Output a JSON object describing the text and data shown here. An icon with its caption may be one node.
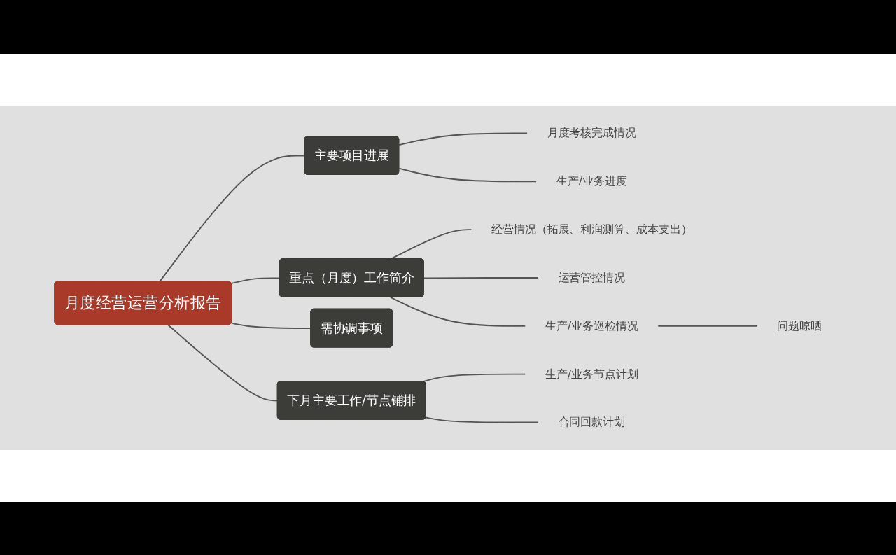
{
  "diagram": {
    "nodes": [
      {
        "text": [
          "月度经营运营分析报告"
        ]
      },
      {
        "text": [
          "主要项目进展"
        ]
      },
      {
        "text": [
          "月度考核完成情况"
        ]
      },
      {
        "text": [
          "生产/业务进度"
        ]
      },
      {
        "text": [
          "重点（月度）工作简介"
        ]
      },
      {
        "text": [
          "经营情况（拓展、利润测算、成本支出）"
        ]
      },
      {
        "text": [
          "运营管控情况"
        ]
      },
      {
        "text": [
          "生产/业务巡检情况"
        ]
      },
      {
        "text": [
          "问题晾晒"
        ]
      },
      {
        "text": [
          "需协调事项"
        ]
      },
      {
        "text": [
          "下月主要工作/节点铺排"
        ]
      },
      {
        "text": [
          "生产/业务节点计划"
        ]
      },
      {
        "text": [
          "合同回款计划"
        ]
      }
    ],
    "edges": [
      {
        "from": 0,
        "to": 1,
        "arrow": "none"
      },
      {
        "from": 1,
        "to": 2,
        "arrow": "none"
      },
      {
        "from": 1,
        "to": 3,
        "arrow": "none"
      },
      {
        "from": 0,
        "to": 4,
        "arrow": "none"
      },
      {
        "from": 4,
        "to": 5,
        "arrow": "none"
      },
      {
        "from": 4,
        "to": 6,
        "arrow": "none"
      },
      {
        "from": 4,
        "to": 7,
        "arrow": "none"
      },
      {
        "from": 7,
        "to": 8,
        "arrow": "none"
      },
      {
        "from": 0,
        "to": 9,
        "arrow": "none"
      },
      {
        "from": 0,
        "to": 10,
        "arrow": "none"
      },
      {
        "from": 10,
        "to": 11,
        "arrow": "none"
      },
      {
        "from": 10,
        "to": 12,
        "arrow": "none"
      }
    ]
  }
}
